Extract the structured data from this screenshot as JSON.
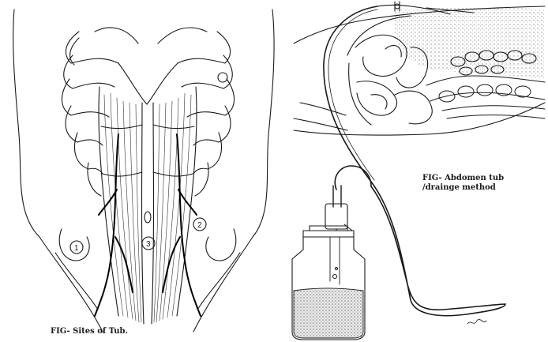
{
  "figure_left": {
    "caption": "FIG- Sites of Tub.",
    "site_labels": [
      "1",
      "2",
      "3"
    ]
  },
  "figure_right": {
    "caption_line1": "FIG- Abdomen tub",
    "caption_line2": "/drainge method"
  },
  "colors": {
    "ink": "#1a1a1a",
    "paper": "#ffffff",
    "stipple": "#9a9a9a"
  }
}
